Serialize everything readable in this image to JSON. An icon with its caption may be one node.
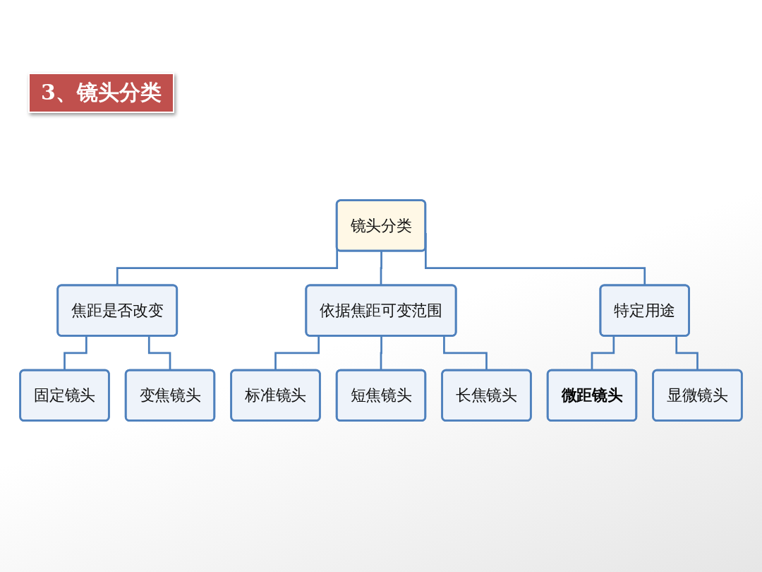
{
  "diagram": {
    "title": "3、镜头分类",
    "nodes": [
      {
        "text": [
          "镜头分类"
        ]
      },
      {
        "text": [
          "焦距是否改变"
        ]
      },
      {
        "text": [
          "依据焦距可变范围"
        ]
      },
      {
        "text": [
          "特定用途"
        ]
      },
      {
        "text": [
          "固定镜头"
        ]
      },
      {
        "text": [
          "变焦镜头"
        ]
      },
      {
        "text": [
          "标准镜头"
        ]
      },
      {
        "text": [
          "短焦镜头"
        ]
      },
      {
        "text": [
          "长焦镜头"
        ]
      },
      {
        "text": [
          "微距镜头"
        ]
      },
      {
        "text": [
          "显微镜头"
        ]
      }
    ],
    "edges": [
      {
        "from": 0,
        "to": 1,
        "arrow": "none"
      },
      {
        "from": 0,
        "to": 2,
        "arrow": "none"
      },
      {
        "from": 0,
        "to": 3,
        "arrow": "none"
      },
      {
        "from": 1,
        "to": 4,
        "arrow": "none"
      },
      {
        "from": 1,
        "to": 5,
        "arrow": "none"
      },
      {
        "from": 2,
        "to": 6,
        "arrow": "none"
      },
      {
        "from": 2,
        "to": 7,
        "arrow": "none"
      },
      {
        "from": 2,
        "to": 8,
        "arrow": "none"
      },
      {
        "from": 3,
        "to": 9,
        "arrow": "none"
      },
      {
        "from": 3,
        "to": 10,
        "arrow": "none"
      }
    ]
  }
}
